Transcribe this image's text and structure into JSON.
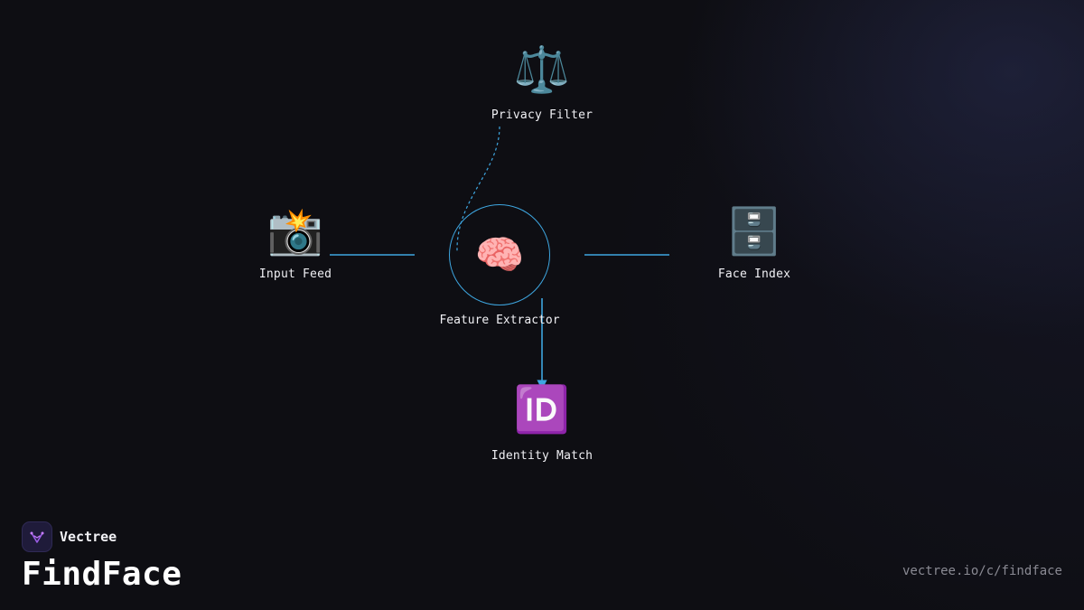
{
  "diagram": {
    "nodes": {
      "privacy_filter": {
        "label": "Privacy Filter",
        "icon": "balance-scale-icon",
        "glyph": "⚖️"
      },
      "input_feed": {
        "label": "Input Feed",
        "icon": "camera-flash-icon",
        "glyph": "📸"
      },
      "feature_extractor": {
        "label": "Feature Extractor",
        "icon": "brain-icon",
        "glyph": "🧠"
      },
      "face_index": {
        "label": "Face Index",
        "icon": "file-cabinet-icon",
        "glyph": "🗄️"
      },
      "identity_match": {
        "label": "Identity Match",
        "icon": "id-badge-icon",
        "glyph": "🆔"
      }
    },
    "edges": [
      {
        "from": "input_feed",
        "to": "feature_extractor",
        "style": "solid"
      },
      {
        "from": "feature_extractor",
        "to": "face_index",
        "style": "solid"
      },
      {
        "from": "feature_extractor",
        "to": "identity_match",
        "style": "solid-arrow"
      },
      {
        "from": "privacy_filter",
        "to": "feature_extractor",
        "style": "dashed"
      }
    ],
    "colors": {
      "edge": "#3ea6e0",
      "background": "#0e0e13",
      "text": "#f0f0f4"
    }
  },
  "branding": {
    "company": "Vectree",
    "product": "FindFace",
    "url": "vectree.io/c/findface",
    "logo_icon": "vectree-logo-icon"
  }
}
